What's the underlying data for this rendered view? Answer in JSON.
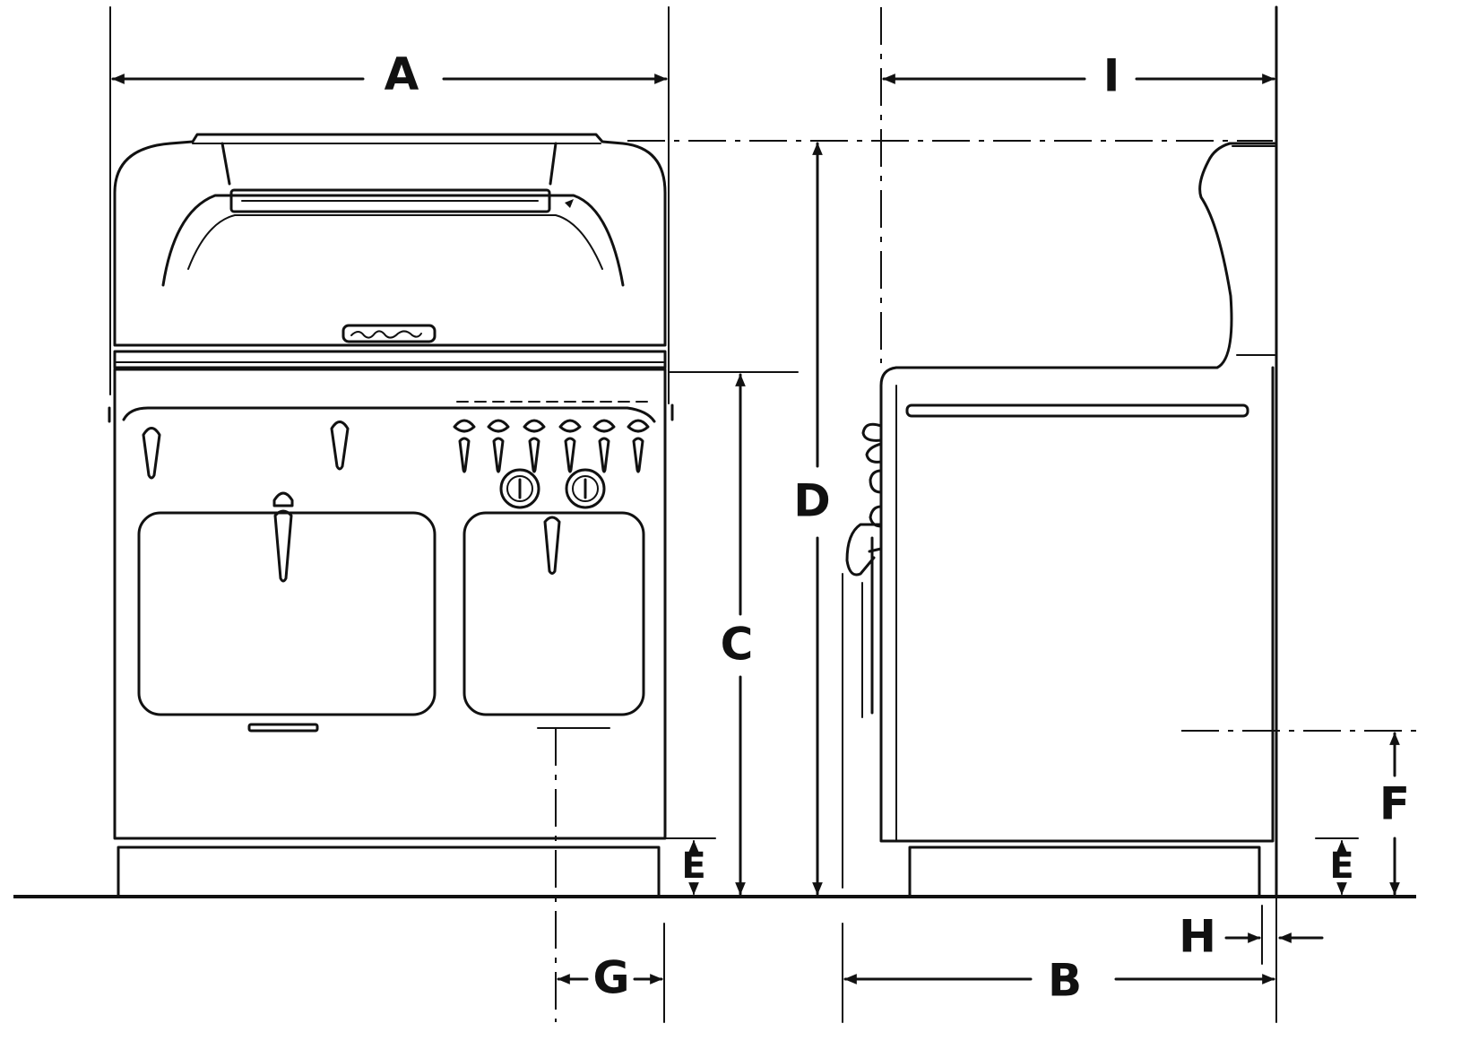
{
  "diagram": {
    "dimension_labels": {
      "A": "A",
      "B": "B",
      "C": "C",
      "D": "D",
      "E_front": "E",
      "E_side": "E",
      "F": "F",
      "G": "G",
      "H": "H",
      "I": "I"
    }
  }
}
